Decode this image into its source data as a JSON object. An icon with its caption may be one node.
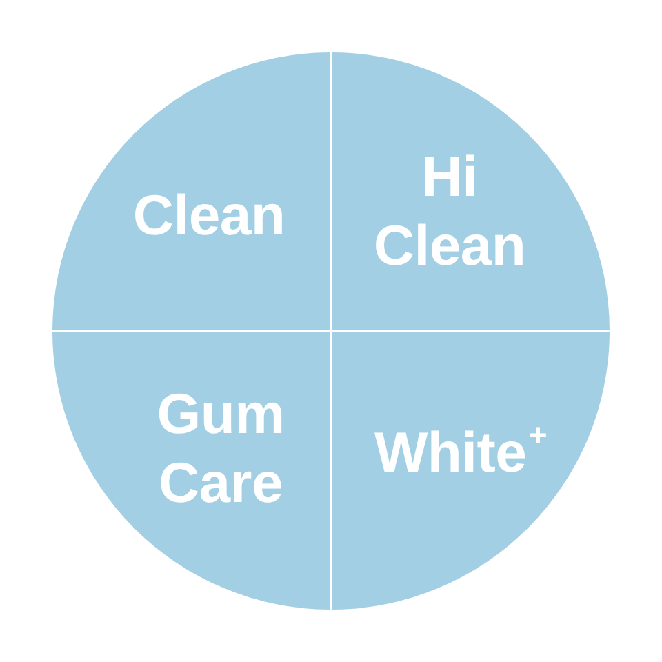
{
  "diagram": {
    "nodes": [
      {
        "text": [
          "Clean"
        ]
      },
      {
        "text": [
          "Hi Clean"
        ]
      },
      {
        "text": [
          "Gum Care"
        ]
      },
      {
        "text": [
          "White$^{+}$"
        ]
      }
    ]
  }
}
